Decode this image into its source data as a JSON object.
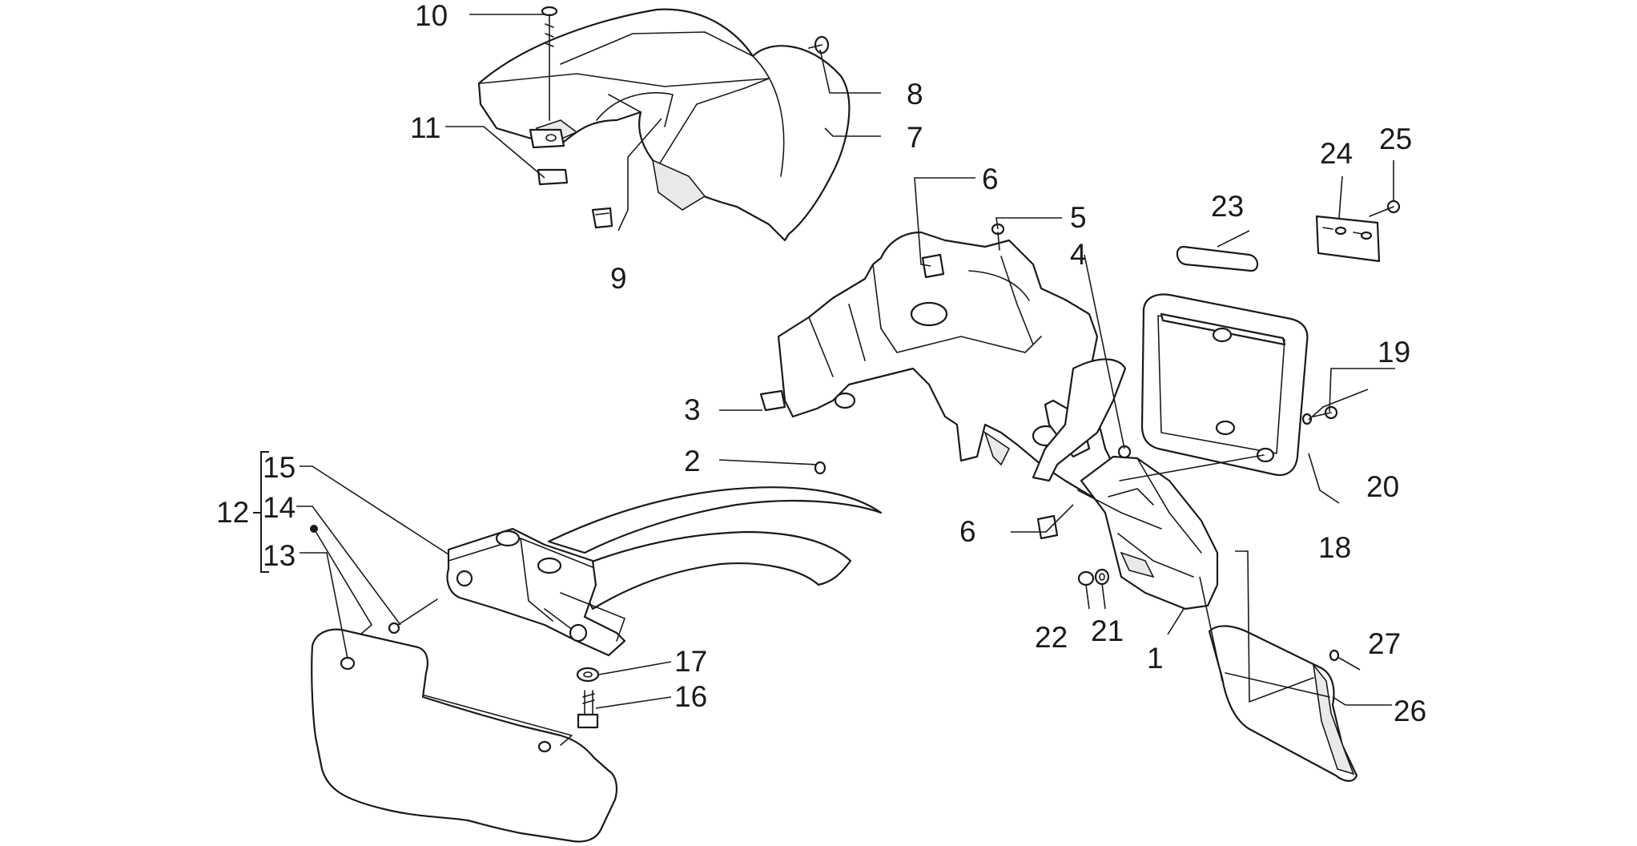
{
  "callouts": {
    "c1": "1",
    "c2": "2",
    "c3": "3",
    "c4": "4",
    "c5": "5",
    "c6a": "6",
    "c6b": "6",
    "c7": "7",
    "c8": "8",
    "c9": "9",
    "c10": "10",
    "c11": "11",
    "c12": "12",
    "c13": "13",
    "c14": "14",
    "c15": "15",
    "c16": "16",
    "c17": "17",
    "c18": "18",
    "c19": "19",
    "c20": "20",
    "c21": "21",
    "c22": "22",
    "c23": "23",
    "c24": "24",
    "c25": "25",
    "c26": "26",
    "c27": "27"
  },
  "colors": {
    "ink": "#1a1a1a",
    "background": "#ffffff"
  }
}
